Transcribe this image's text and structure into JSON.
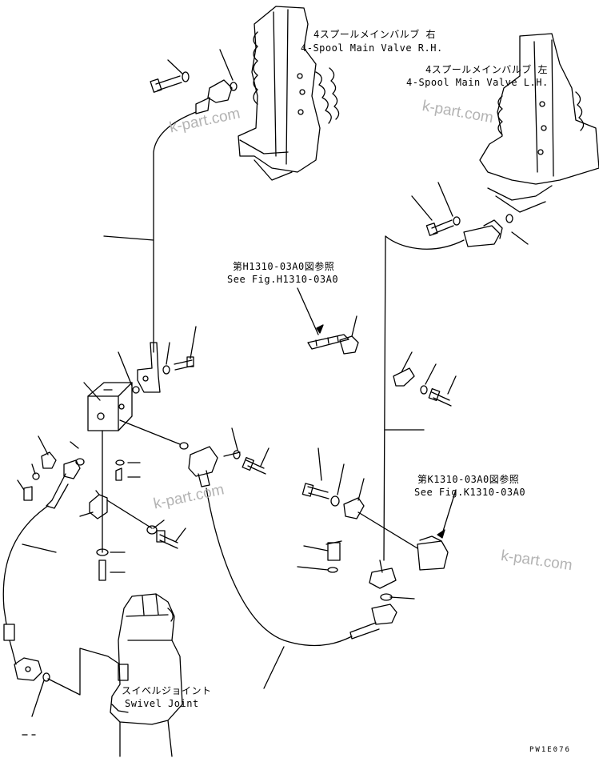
{
  "labels": {
    "valve_rh_jp": "4スプールメインバルブ 右",
    "valve_rh_en": "4-Spool Main Valve R.H.",
    "valve_lh_jp": "4スプールメインバルブ 左",
    "valve_lh_en": "4-Spool Main Valve L.H.",
    "ref_h_jp": "第H1310-03A0図参照",
    "ref_h_en": "See Fig.H1310-03A0",
    "ref_k_jp": "第K1310-03A0図参照",
    "ref_k_en": "See Fig.K1310-03A0",
    "swivel_jp": "スイベルジョイント",
    "swivel_en": "Swivel Joint"
  },
  "watermark": {
    "text": "k-part.com",
    "color": "#b3b3b3"
  },
  "drawing_code": "PW1E076"
}
